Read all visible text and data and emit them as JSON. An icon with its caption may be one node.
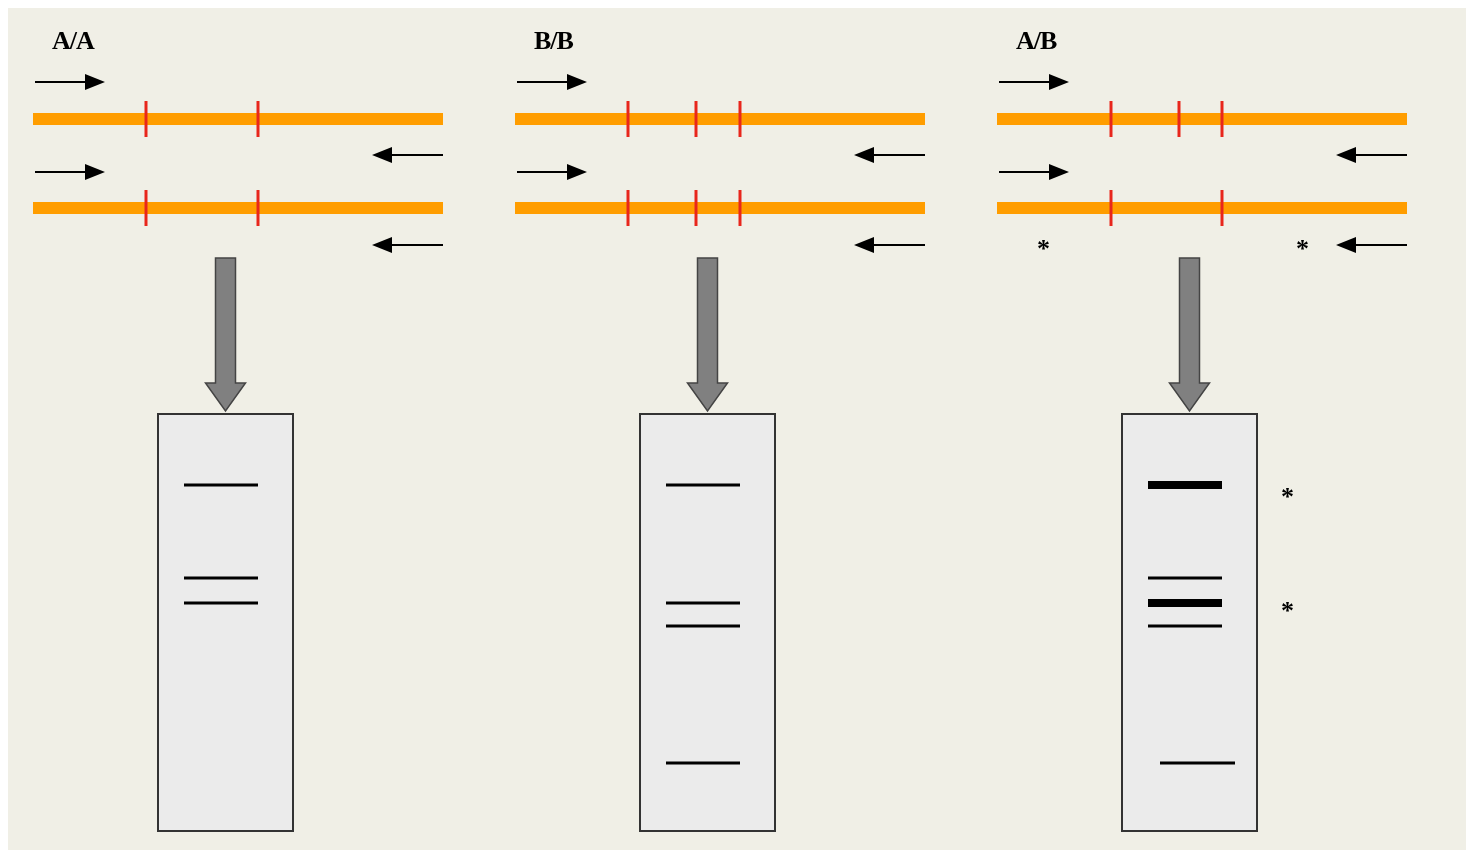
{
  "diagram": {
    "nodes": [
      {
        "text": [
          "A/A"
        ]
      },
      {
        "text": [
          "B/B"
        ]
      },
      {
        "text": [
          "A/B"
        ]
      },
      {
        "text": [],
        "shape": "box"
      },
      {
        "text": [],
        "shape": "box"
      },
      {
        "text": [],
        "shape": "box",
        "beside": [
          "*",
          "*"
        ]
      }
    ],
    "edges": [
      {
        "from": 0,
        "to": 3,
        "arrow": "to",
        "style": "thick",
        "color": "#808080"
      },
      {
        "from": 1,
        "to": 4,
        "arrow": "to",
        "style": "thick",
        "color": "#808080"
      },
      {
        "from": 2,
        "to": 5,
        "arrow": "to",
        "style": "thick",
        "color": "#808080"
      }
    ],
    "labels": [
      "*",
      "*"
    ]
  }
}
